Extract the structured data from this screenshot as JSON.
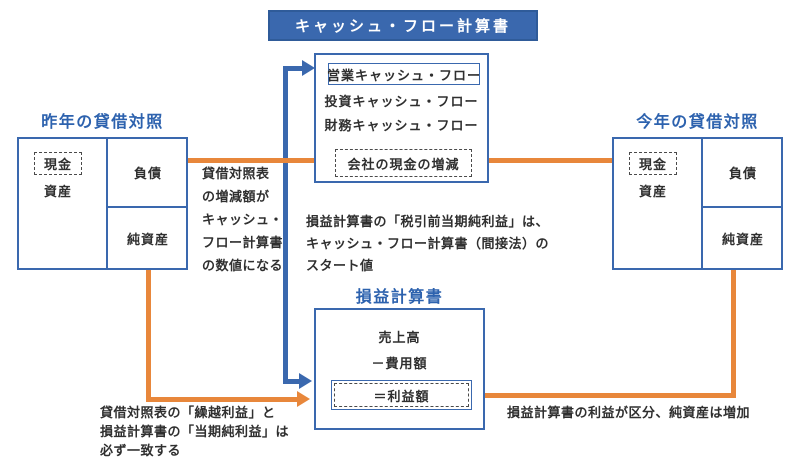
{
  "colors": {
    "blue": "#3a68ae",
    "blue_text": "#2d62ae",
    "orange": "#e8873b",
    "ink": "#2f2f2f",
    "dash": "#4a4a4a",
    "bg": "#ffffff"
  },
  "header": {
    "title": "キャッシュ・フロー計算書"
  },
  "cashflow_box": {
    "operating": "営業キャッシュ・フロー",
    "investing": "投資キャッシュ・フロー",
    "financing": "財務キャッシュ・フロー",
    "net_change": "会社の現金の増減"
  },
  "balance_sheet_last_year": {
    "title": "昨年の貸借対照",
    "cash": "現金",
    "assets": "資産",
    "liabilities": "負債",
    "net_assets": "純資産"
  },
  "balance_sheet_this_year": {
    "title": "今年の貸借対照",
    "cash": "現金",
    "assets": "資産",
    "liabilities": "負債",
    "net_assets": "純資産"
  },
  "income_statement": {
    "title": "損益計算書",
    "sales": "売上高",
    "expenses": "－費用額",
    "profit": "＝利益額"
  },
  "notes": {
    "bs_change_to_cf": "貸借対照表\nの増減額が\nキャッシュ・\nフロー計算書\nの数値になる",
    "pretax_profit_start": "損益計算書の「税引前当期純利益」は、\nキャッシュ・フロー計算書（間接法）の\nスタート値",
    "retained_profit_match": "貸借対照表の「繰越利益」と\n損益計算書の「当期純利益」は\n必ず一致する",
    "profit_increases_net_assets": "損益計算書の利益が区分、純資産は増加"
  }
}
